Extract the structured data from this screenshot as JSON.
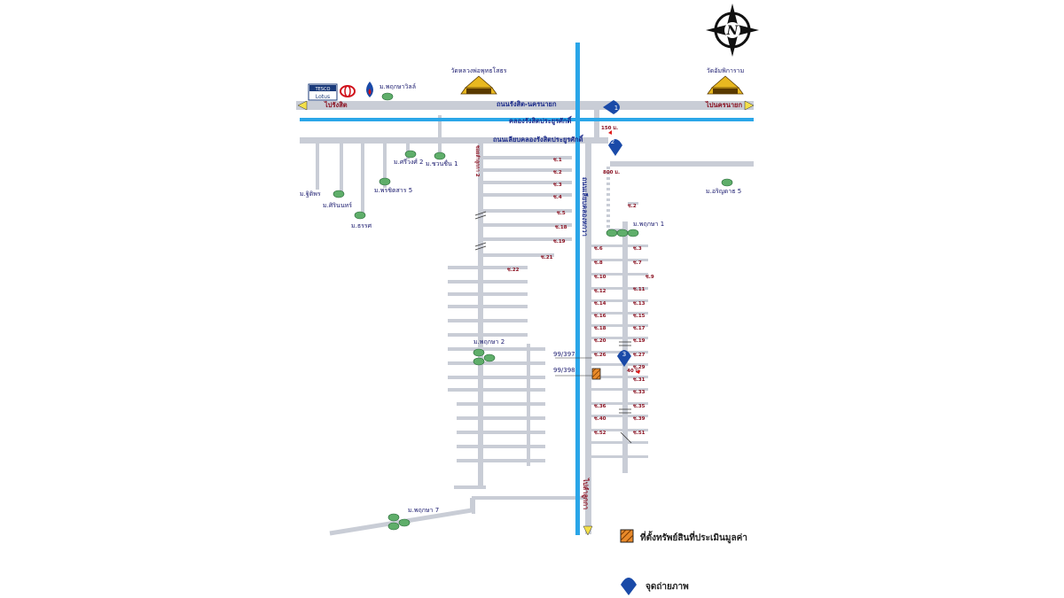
{
  "compass": {
    "letter": "N"
  },
  "landmarks": {
    "temple_left": "วัดหลวงพ่อพุทธโสธร",
    "temple_right": "วัดอัมพิการาม",
    "tesco_top": "TESCO",
    "tesco_bottom": "Lotus",
    "village_top_left": "ม.พฤกษาวิลล์"
  },
  "roads": {
    "main_east_west": "ถนนรังสิต-นครนายก",
    "canal": "คลองรังสิตประยูรศักดิ์",
    "parallel_road": "ถนนเลียบคลองรังสิตประยูรศักดิ์",
    "vertical_canal_road": "ถนนเลียบคลองหกวา",
    "soi_left": "ซอยลำลูกกา 2",
    "to_rangsit": "ไปรังสิต",
    "to_nakhon_nayok": "ไปนครนายก",
    "to_lumlukka": "ไปลำลูกกา"
  },
  "distances": {
    "d150": "150 ม.",
    "d800": "800 ม.",
    "d40": "40 ม."
  },
  "markers": {
    "m1": "1",
    "m2": "2",
    "m3": "3"
  },
  "villages": {
    "v_chanchira1": "ม.ชวนชื่น 1",
    "v_chanchira2": "ม.ศรีวงศ์ 2",
    "v_phrachitsan5": "ม.พรชิตสาร 5",
    "v_thitiporn": "ม.ฐิติพร",
    "v_sirinont": "ม.ศิรินนทร์",
    "v_sukon": "ม.ธรรศ",
    "v_pruksa1": "ม.พฤกษา 1",
    "v_pruksa2": "ม.พฤกษา 2",
    "v_pruksa7": "ม.พฤกษา 7",
    "v_right5": "ม.อริญดาธ 5"
  },
  "plots": {
    "p1": "99/397",
    "p2": "99/398"
  },
  "soi_left": [
    "ซ.1",
    "ซ.2",
    "ซ.3",
    "ซ.4",
    "ซ.5",
    "ซ.18",
    "ซ.19",
    "ซ.21",
    "ซ.22"
  ],
  "soi_right_w": [
    "ซ.6",
    "ซ.8",
    "ซ.10",
    "ซ.12",
    "ซ.14",
    "ซ.16",
    "ซ.18",
    "ซ.20",
    "ซ.26",
    "ซ.36",
    "ซ.40",
    "ซ.52"
  ],
  "soi_right_e": [
    "ซ.2",
    "ซ.3",
    "ซ.7",
    "ซ.9",
    "ซ.11",
    "ซ.13",
    "ซ.15",
    "ซ.17",
    "ซ.19",
    "ซ.27",
    "ซ.29",
    "ซ.31",
    "ซ.33",
    "ซ.35",
    "ซ.39",
    "ซ.51"
  ],
  "legend": {
    "property": "ที่ตั้งทรัพย์สินที่ประเมินมูลค่า",
    "photo_point": "จุดถ่ายภาพ"
  },
  "colors": {
    "road": "#c9cdd6",
    "canal": "#2aa6e8",
    "marker": "#1a4aa8",
    "property": "#e98a2a",
    "soi_label": "#8a1020"
  }
}
